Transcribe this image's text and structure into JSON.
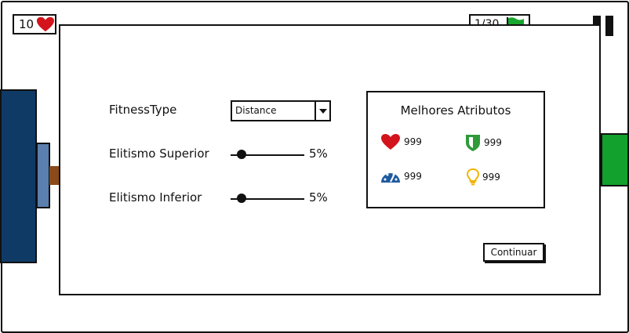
{
  "hud": {
    "lives_value": "10",
    "wave_value": "1/30",
    "icons": {
      "lives": "heart-icon",
      "wave": "flag-icon",
      "pause": "pause-icon"
    },
    "colors": {
      "heart": "#d4141c",
      "flag": "#17a72f",
      "left_castle": "#0f3a66",
      "right_castle": "#11a12c"
    }
  },
  "dialog": {
    "fitness_label": "FitnessType",
    "fitness_value": "Distance",
    "elite_superior_label": "Elitismo Superior",
    "elite_superior_value": "5%",
    "elite_superior_level": 0.15,
    "elite_inferior_label": "Elitismo Inferior",
    "elite_inferior_value": "5%",
    "elite_inferior_level": 0.15,
    "best_attributes": {
      "title": "Melhores Atributos",
      "items": [
        {
          "icon": "heart-icon",
          "value": "999"
        },
        {
          "icon": "shield-icon",
          "value": "999"
        },
        {
          "icon": "speedometer-icon",
          "value": "999"
        },
        {
          "icon": "lightbulb-icon",
          "value": "999"
        }
      ]
    },
    "continue_label": "Continuar"
  }
}
